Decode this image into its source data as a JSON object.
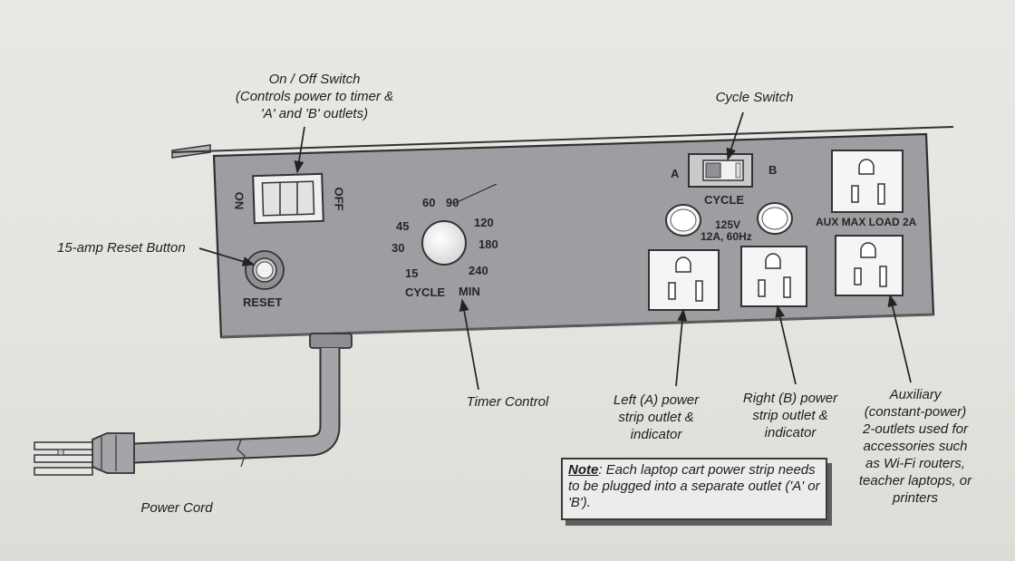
{
  "callouts": {
    "on_off_switch": [
      "On / Off Switch",
      "(Controls power to timer &",
      "'A' and 'B' outlets)"
    ],
    "cycle_switch": "Cycle Switch",
    "reset_button": "15-amp Reset Button",
    "timer_control": "Timer Control",
    "left_outlet": [
      "Left (A) power",
      "strip outlet &",
      "indicator"
    ],
    "right_outlet": [
      "Right (B) power",
      "strip outlet &",
      "indicator"
    ],
    "auxiliary": [
      "Auxiliary",
      "(constant-power)",
      "2-outlets used for",
      "accessories such",
      "as Wi-Fi routers,",
      "teacher laptops, or",
      "printers"
    ],
    "power_cord": "Power Cord"
  },
  "note": {
    "heading": "Note",
    "text": ": Each laptop cart power strip needs to be plugged into a separate outlet ('A' or 'B')."
  },
  "panel": {
    "on": "ON",
    "off": "OFF",
    "reset": "RESET",
    "dial": {
      "t60": "60",
      "t90": "90",
      "t45": "45",
      "t120": "120",
      "t30": "30",
      "t180": "180",
      "t15": "15",
      "t240": "240",
      "cycle": "CYCLE",
      "min": "MIN"
    },
    "a": "A",
    "b": "B",
    "cycle": "CYCLE",
    "rating_1": "125V",
    "rating_2": "12A, 60Hz",
    "aux_load": "AUX MAX LOAD 2A"
  }
}
